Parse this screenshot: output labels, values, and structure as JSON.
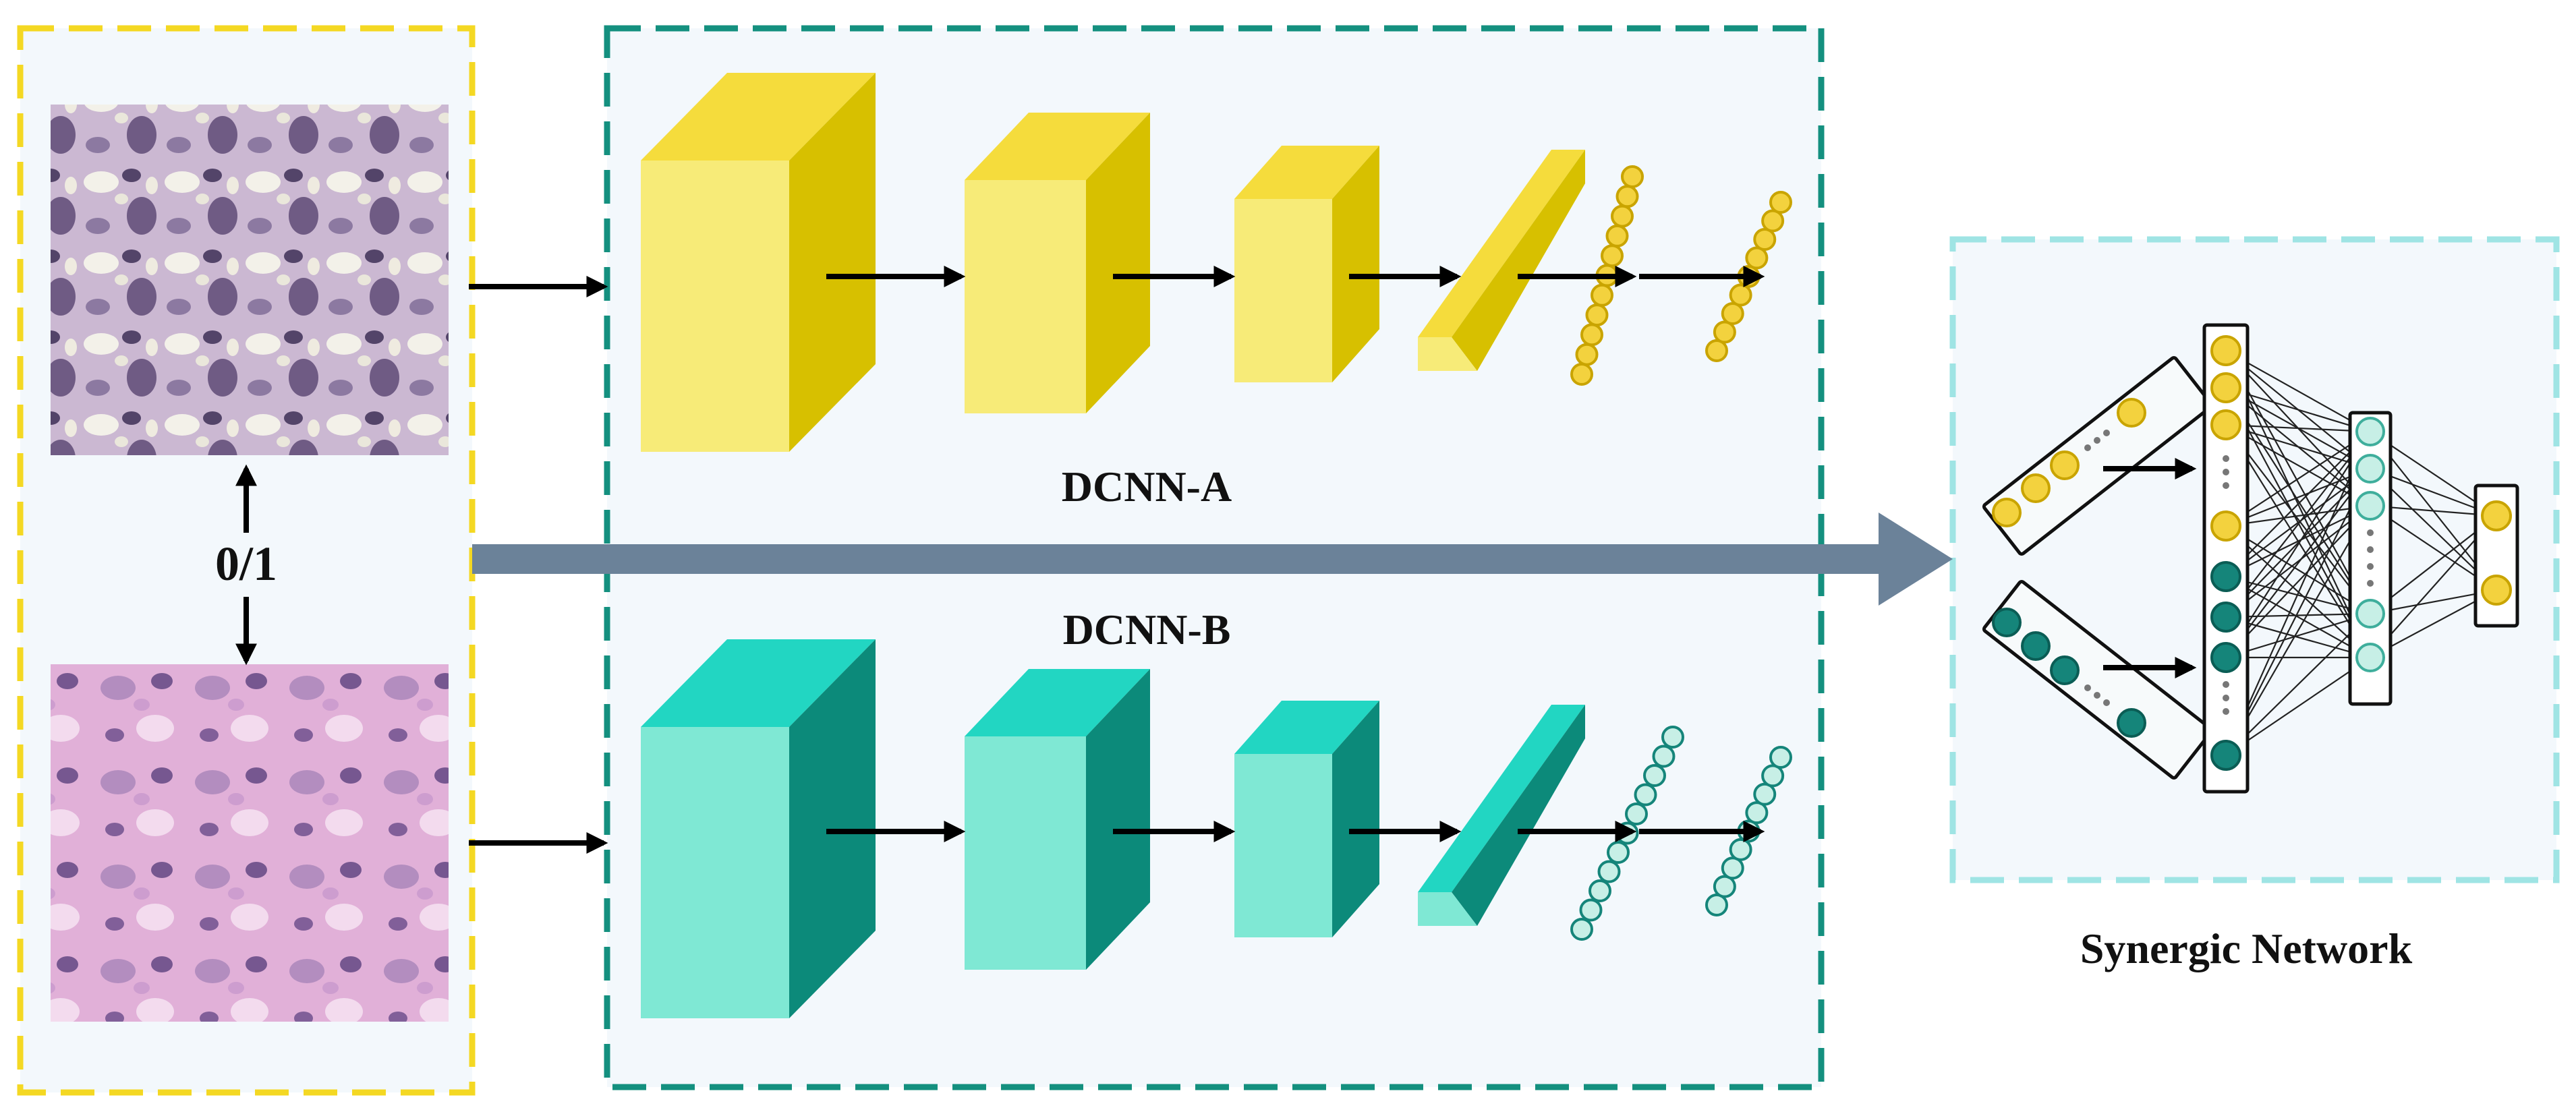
{
  "labels": {
    "network_a": "DCNN-A",
    "network_b": "DCNN-B",
    "pair_label": "0/1",
    "synergic": "Synergic Network"
  },
  "colors": {
    "input_frame": "#f4d823",
    "cnn_frame": "#14907f",
    "synergic_frame": "#9fe4e4",
    "panel_bg": "#f3f8fc",
    "big_arrow": "#6b8299",
    "yellow_front": "#f7eb78",
    "yellow_top": "#f5dc3c",
    "yellow_side": "#d7c000",
    "teal_front": "#7fe8d4",
    "teal_top": "#22d6c2",
    "teal_side": "#0c8a7a",
    "yellow_node": "#f3d23e",
    "yellow_node_stroke": "#c9a400",
    "teal_node": "#15857a",
    "teal_node_stroke": "#0b5d55",
    "light_node": "#c7efe6",
    "light_node_stroke": "#3fae9c"
  },
  "icons": {
    "input_images": [
      "histology-image-icon",
      "histology-image-icon"
    ]
  }
}
